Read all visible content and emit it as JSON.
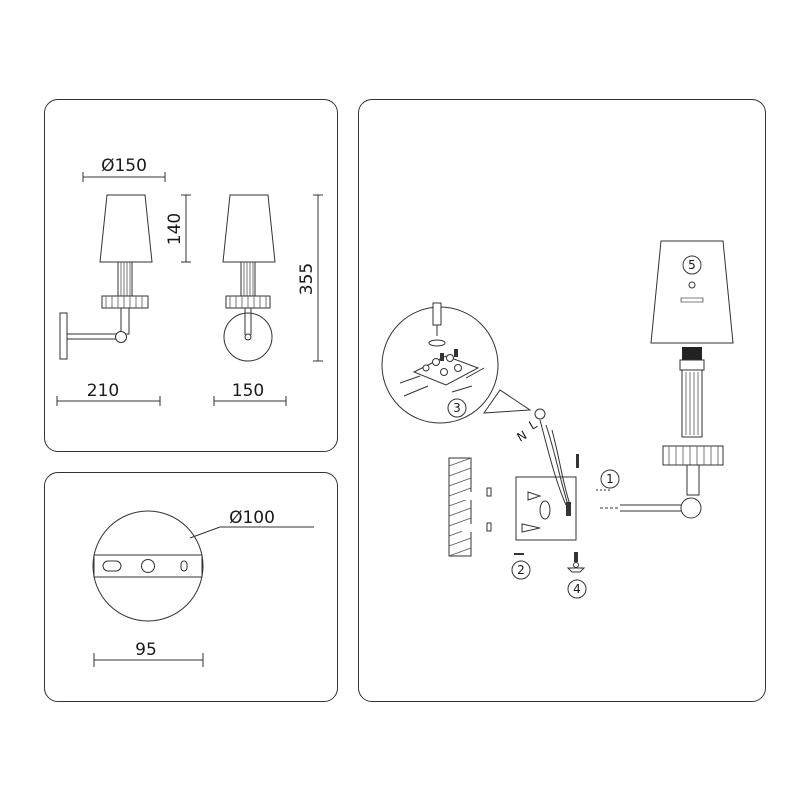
{
  "dimensions": {
    "shade_diameter": "Ø150",
    "shade_height": "140",
    "total_height": "355",
    "side_depth": "210",
    "front_width": "150",
    "base_diameter": "Ø100",
    "mount_width": "95"
  },
  "wire_labels": {
    "live": "L",
    "neutral": "N"
  },
  "steps": [
    "1",
    "2",
    "3",
    "4",
    "5"
  ]
}
